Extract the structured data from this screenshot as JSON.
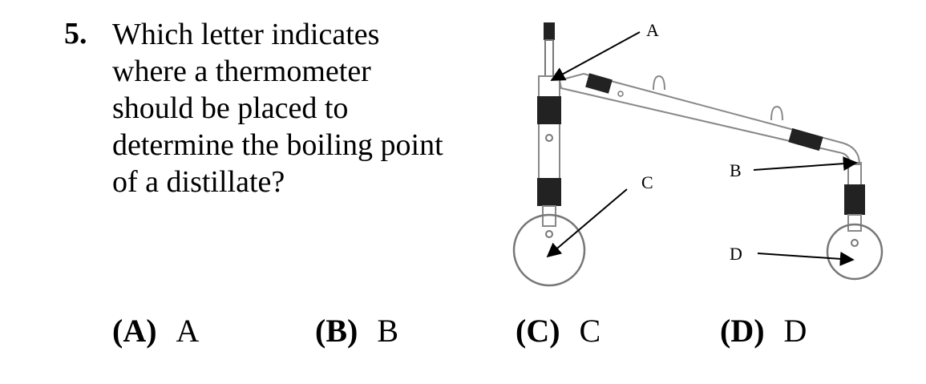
{
  "question": {
    "number": "5.",
    "text": "Which letter indicates\nwhere a thermometer\nshould be placed to\ndetermine the boiling point\nof a distillate?"
  },
  "diagram": {
    "labels": {
      "a": "A",
      "b": "B",
      "c": "C",
      "d": "D"
    }
  },
  "choices": [
    {
      "label": "(A)",
      "value": "A"
    },
    {
      "label": "(B)",
      "value": "B"
    },
    {
      "label": "(C)",
      "value": "C"
    },
    {
      "label": "(D)",
      "value": "D"
    }
  ]
}
